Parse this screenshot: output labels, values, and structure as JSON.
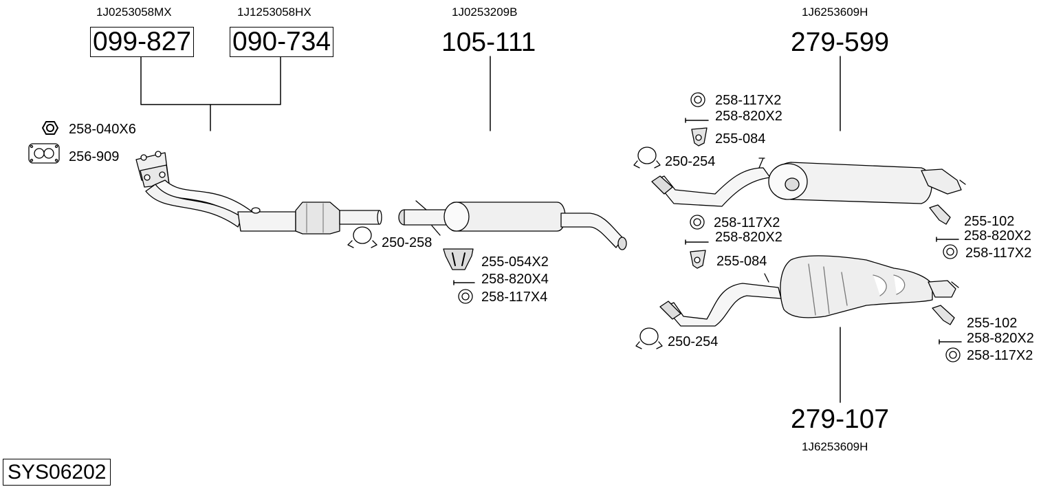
{
  "system_code": "SYS06202",
  "parts": {
    "p1": {
      "oem": "1J0253058MX",
      "number": "099-827"
    },
    "p2": {
      "oem": "1J1253058HX",
      "number": "090-734"
    },
    "p3": {
      "oem": "1J0253209B",
      "number": "105-111"
    },
    "p4": {
      "oem": "1J6253609H",
      "number": "279-599"
    },
    "p5": {
      "oem": "1J6253609H",
      "number": "279-107"
    }
  },
  "fittings": {
    "nut": "258-040X6",
    "gasket": "256-909",
    "clamp_front": "250-258",
    "hanger_mid": "255-054X2",
    "bolt_mid": "258-820X4",
    "washer_mid": "258-117X4",
    "washer_top": "258-117X2",
    "bolt_top": "258-820X2",
    "hanger_top": "255-084",
    "clamp_upper": "250-254",
    "washer_mid2": "258-117X2",
    "bolt_mid2": "258-820X2",
    "hanger_mid2": "255-084",
    "clamp_lower": "250-254",
    "hanger_rear_up": "255-102",
    "bolt_rear_up": "258-820X2",
    "washer_rear_up": "258-117X2",
    "hanger_rear_low": "255-102",
    "bolt_rear_low": "258-820X2",
    "washer_rear_low": "258-117X2"
  }
}
